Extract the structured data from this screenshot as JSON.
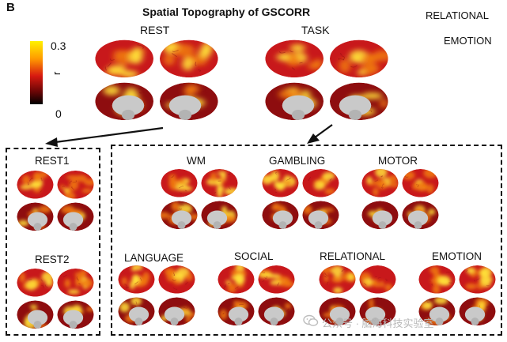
{
  "panel_letter": "B",
  "title": "Spatial Topography of GSCORR",
  "corner_labels": [
    "RELATIONAL",
    "EMOTION"
  ],
  "colorbar": {
    "max_label": "0.3",
    "min_label": "0",
    "axis_label": "r",
    "min": 0,
    "max": 0.3
  },
  "top_groups": [
    {
      "id": "rest",
      "label": "REST"
    },
    {
      "id": "task",
      "label": "TASK"
    }
  ],
  "rest_runs": [
    {
      "id": "rest1",
      "label": "REST1"
    },
    {
      "id": "rest2",
      "label": "REST2"
    }
  ],
  "tasks": [
    {
      "id": "wm",
      "label": "WM"
    },
    {
      "id": "gambling",
      "label": "GAMBLING"
    },
    {
      "id": "motor",
      "label": "MOTOR"
    },
    {
      "id": "language",
      "label": "LANGUAGE"
    },
    {
      "id": "social",
      "label": "SOCIAL"
    },
    {
      "id": "relational",
      "label": "RELATIONAL"
    },
    {
      "id": "emotion",
      "label": "EMOTION"
    }
  ],
  "watermark": "公众号 · 脑海科技实验室",
  "colors": {
    "red": "#c8181b",
    "orange": "#f07a12",
    "yellow": "#ffe23a",
    "darkred": "#8e0d0f",
    "medial": "#c9c9c9",
    "border": "#111111"
  }
}
